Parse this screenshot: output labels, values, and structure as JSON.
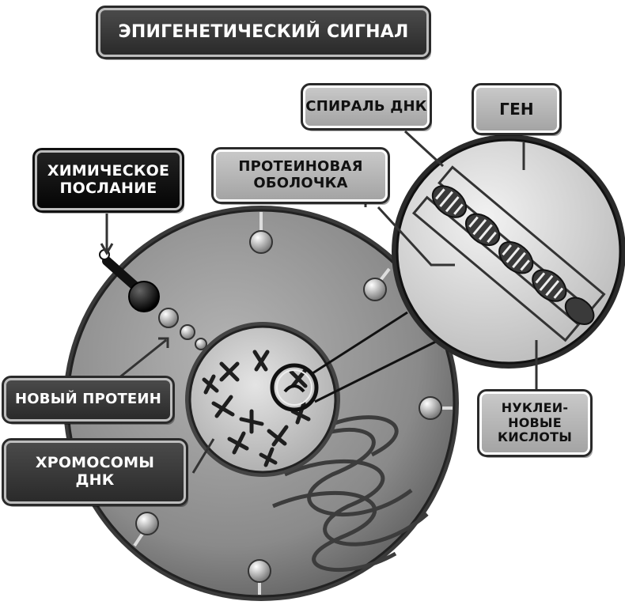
{
  "title": "ЭПИГЕНЕТИЧЕСКИЙ СИГНАЛ",
  "labels": {
    "dna_spiral": "СПИРАЛЬ ДНК",
    "gene": "ГЕН",
    "chemical_message": "ХИМИЧЕСКОЕ\nПОСЛАНИЕ",
    "protein_shell": "ПРОТЕИНОВАЯ\nОБОЛОЧКА",
    "new_protein": "НОВЫЙ ПРОТЕИН",
    "chromosomes": "ХРОМОСОМЫ\nДНК",
    "nucleic_acids": "НУКЛЕИ-\nНОВЫЕ\nКИСЛОТЫ"
  },
  "colors": {
    "cell": "#8e8e8e",
    "nucleus": "#c9c9c9",
    "dark_label": "#333333",
    "light_label": "#b5b5b5"
  }
}
